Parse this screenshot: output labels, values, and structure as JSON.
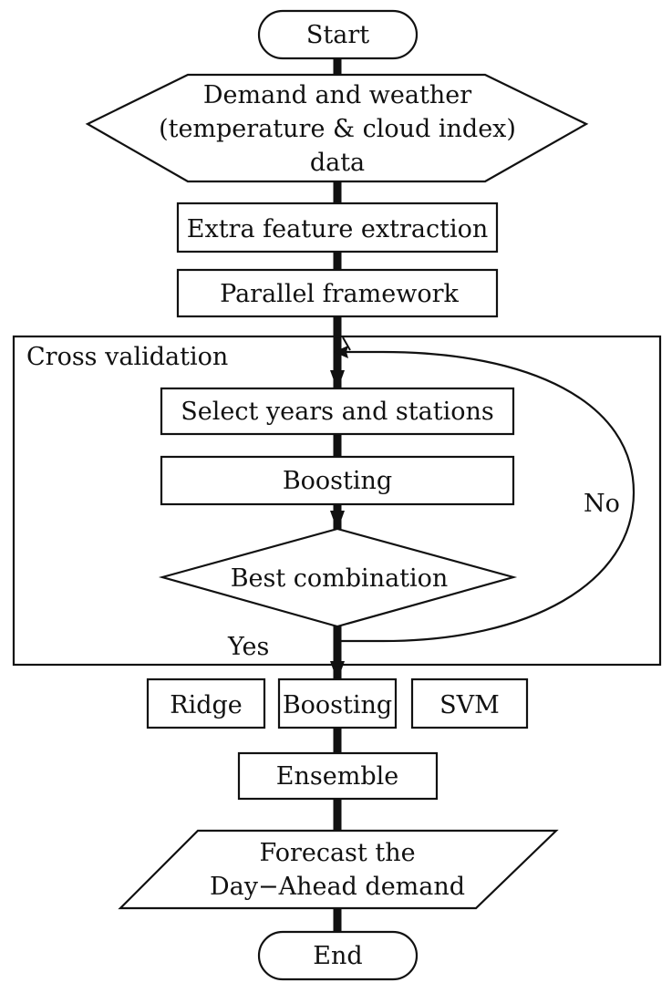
{
  "colors": {
    "stroke": "#111111",
    "fill": "#ffffff",
    "text": "#111111"
  },
  "nodes": {
    "start": "Start",
    "data_input": [
      "Demand and weather",
      "(temperature & cloud index)",
      "data"
    ],
    "feature_extraction": "Extra feature extraction",
    "parallel": "Parallel framework",
    "cross_validation": "Cross validation",
    "select": "Select years and stations",
    "boosting_cv": "Boosting",
    "best_combination": "Best combination",
    "ridge": "Ridge",
    "boosting_model": "Boosting",
    "svm": "SVM",
    "ensemble": "Ensemble",
    "forecast": [
      "Forecast the",
      "Day−Ahead demand"
    ],
    "end": "End"
  },
  "edges": {
    "no_label": "No",
    "yes_label": "Yes"
  }
}
